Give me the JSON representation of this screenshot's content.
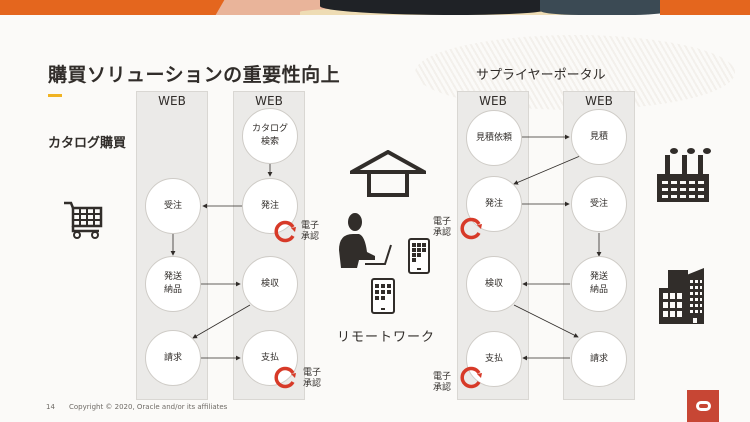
{
  "slide": {
    "title": "購買ソリューションの重要性向上",
    "page_number": "14",
    "copyright": "Copyright © 2020, Oracle and/or its affiliates",
    "accent_color": "#f0b323",
    "brand_color": "#c74634"
  },
  "left_section": {
    "label": "カタログ購買",
    "icon": "shopping-cart-icon",
    "columns": [
      {
        "label": "WEB",
        "nodes": [
          "受注",
          "発送\n納品",
          "請求"
        ]
      },
      {
        "label": "WEB",
        "nodes": [
          "カタログ\n検索",
          "発注",
          "検収",
          "支払"
        ]
      }
    ],
    "esign": [
      {
        "label": "電子\n承認",
        "attached_to": "発注"
      },
      {
        "label": "電子\n承認",
        "attached_to": "支払"
      }
    ]
  },
  "center": {
    "icons": [
      "house-icon",
      "person-laptop-icon",
      "tablet-icon",
      "tablet-icon"
    ],
    "label": "リモートワーク"
  },
  "right_section": {
    "label": "サプライヤーポータル",
    "icons": [
      "factory-icon",
      "office-buildings-icon"
    ],
    "columns": [
      {
        "label": "WEB",
        "nodes": [
          "見積依頼",
          "発注",
          "検収",
          "支払"
        ]
      },
      {
        "label": "WEB",
        "nodes": [
          "見積",
          "受注",
          "発送\n納品",
          "請求"
        ]
      }
    ],
    "esign": [
      {
        "label": "電子\n承認",
        "attached_to": "発注"
      },
      {
        "label": "電子\n承認",
        "attached_to": "支払"
      }
    ]
  }
}
